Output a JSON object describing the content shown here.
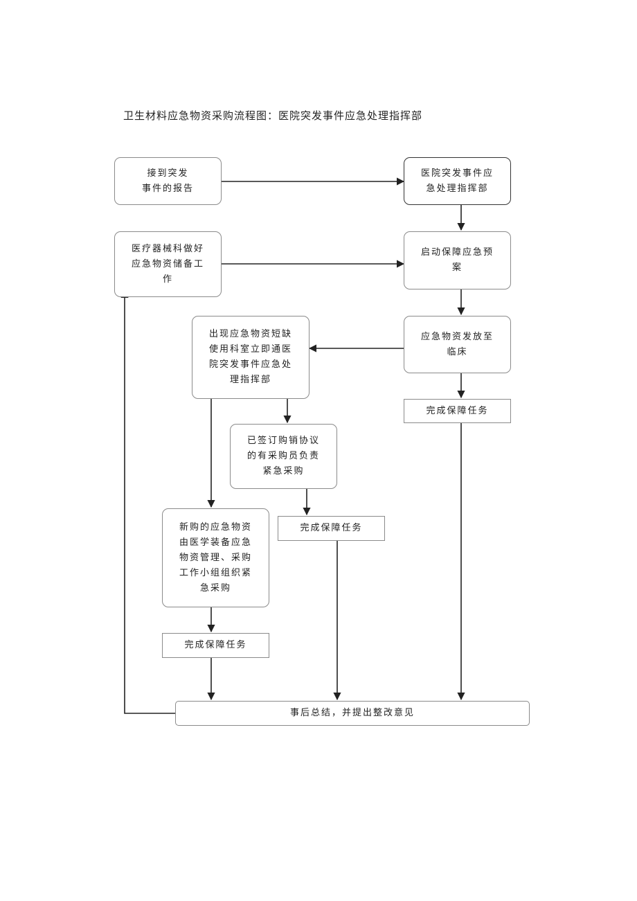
{
  "title": "卫生材料应急物资采购流程图：医院突发事件应急处理指挥部",
  "nodes": {
    "receive_report": "接到突发\n事件的报告",
    "command_center": "医院突发事件应\n急处理指挥部",
    "device_dept_reserve": "医疗器械科做好\n应急物资储备工\n作",
    "start_plan": "启动保障应急预\n案",
    "shortage_notify": "出现应急物资短缺\n使用科室立即通医\n院突发事件应急处\n理指挥部",
    "distribute_clinic": "应急物资发放至\n临床",
    "complete_task_right": "完成保障任务",
    "contracted_purchase": "已签订购销协议\n的有采购员负责\n紧急采购",
    "complete_task_middle": "完成保障任务",
    "new_purchase": "新购的应急物资\n由医学装备应急\n物资管理、采购\n工作小组组织紧\n急采购",
    "complete_task_left": "完成保障任务",
    "summary": "事后总结，并提出整改意见"
  },
  "colors": {
    "line": "#222222",
    "border": "#8a8a8a"
  }
}
